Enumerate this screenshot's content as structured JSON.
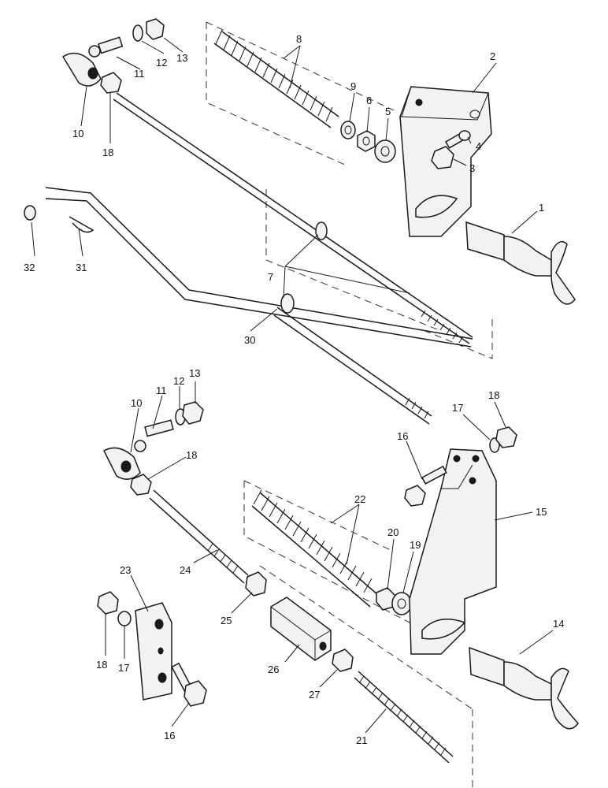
{
  "callouts": [
    {
      "id": "c1",
      "text": "1"
    },
    {
      "id": "c2",
      "text": "2"
    },
    {
      "id": "c3",
      "text": "3"
    },
    {
      "id": "c4",
      "text": "4"
    },
    {
      "id": "c5",
      "text": "5"
    },
    {
      "id": "c6",
      "text": "6"
    },
    {
      "id": "c7",
      "text": "7"
    },
    {
      "id": "c8",
      "text": "8"
    },
    {
      "id": "c9",
      "text": "9"
    },
    {
      "id": "c10a",
      "text": "10"
    },
    {
      "id": "c11a",
      "text": "11"
    },
    {
      "id": "c12a",
      "text": "12"
    },
    {
      "id": "c13a",
      "text": "13"
    },
    {
      "id": "c18a",
      "text": "18"
    },
    {
      "id": "c30",
      "text": "30"
    },
    {
      "id": "c31",
      "text": "31"
    },
    {
      "id": "c32",
      "text": "32"
    },
    {
      "id": "c10b",
      "text": "10"
    },
    {
      "id": "c11b",
      "text": "11"
    },
    {
      "id": "c12b",
      "text": "12"
    },
    {
      "id": "c13b",
      "text": "13"
    },
    {
      "id": "c18b",
      "text": "18"
    },
    {
      "id": "c16a",
      "text": "16"
    },
    {
      "id": "c17a",
      "text": "17"
    },
    {
      "id": "c18c",
      "text": "18"
    },
    {
      "id": "c15",
      "text": "15"
    },
    {
      "id": "c22",
      "text": "22"
    },
    {
      "id": "c20",
      "text": "20"
    },
    {
      "id": "c19",
      "text": "19"
    },
    {
      "id": "c24",
      "text": "24"
    },
    {
      "id": "c25",
      "text": "25"
    },
    {
      "id": "c23",
      "text": "23"
    },
    {
      "id": "c18d",
      "text": "18"
    },
    {
      "id": "c17b",
      "text": "17"
    },
    {
      "id": "c26",
      "text": "26"
    },
    {
      "id": "c27",
      "text": "27"
    },
    {
      "id": "c14",
      "text": "14"
    },
    {
      "id": "c16b",
      "text": "16"
    },
    {
      "id": "c21",
      "text": "21"
    }
  ]
}
